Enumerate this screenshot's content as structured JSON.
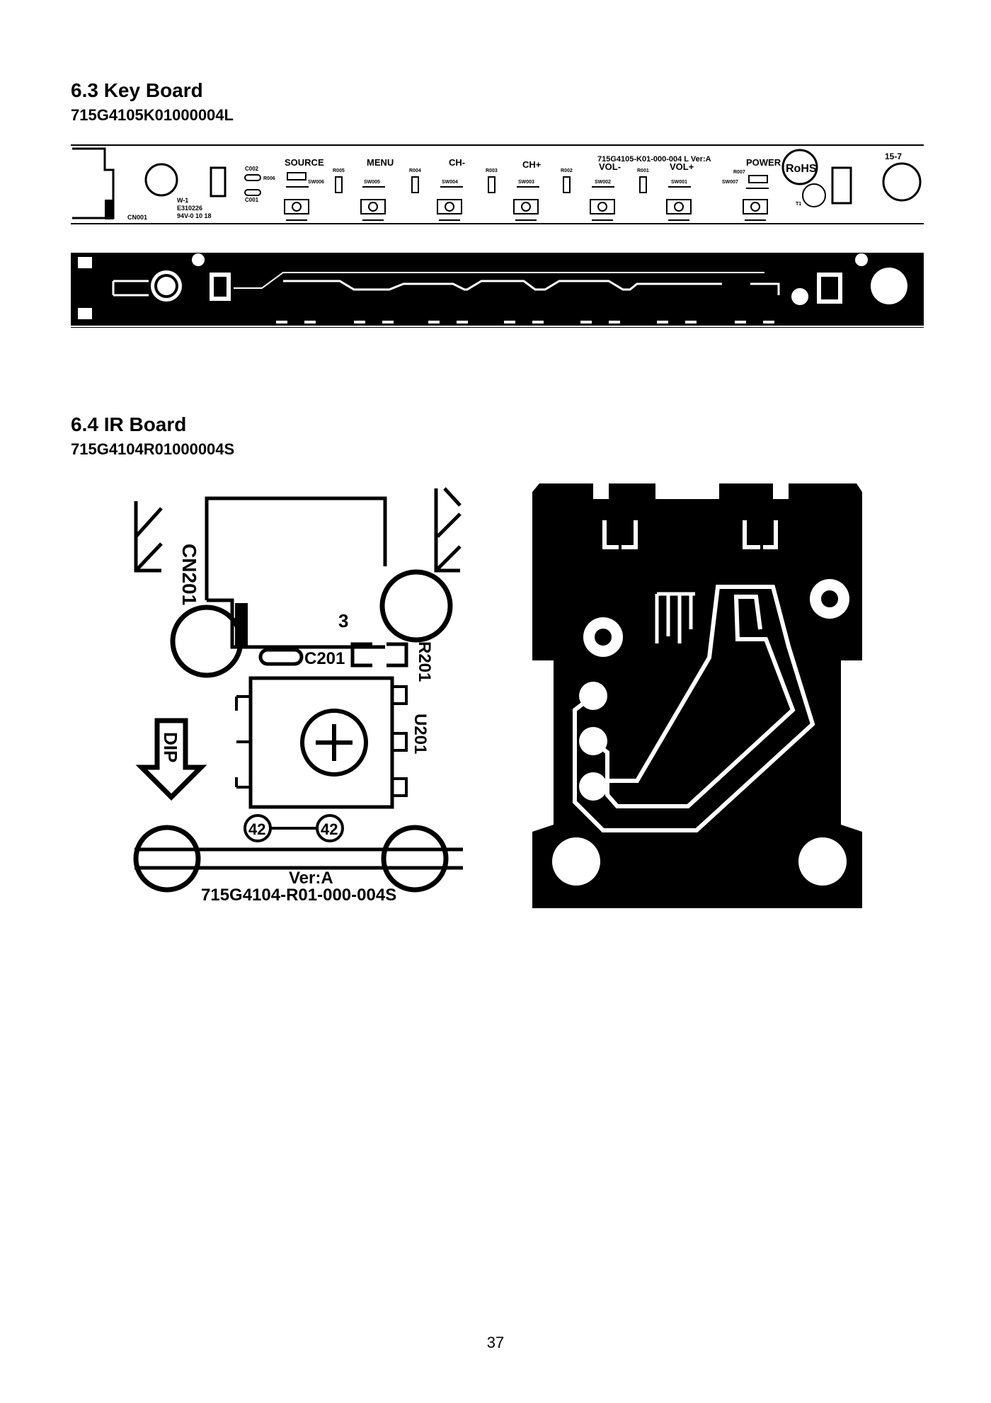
{
  "sections": [
    {
      "title": "6.3 Key Board",
      "part_number": "715G4105K01000004L",
      "silkscreen": {
        "board_id": "715G4105-K01-000-004 L  Ver:A",
        "corner_code": "15-7",
        "rohs": "RoHS",
        "connector": "CN001",
        "ul_mark_1": "W-1",
        "ul_mark_2": "E310226",
        "ul_mark_3": "94V-0  10 18",
        "cap_1": "C002",
        "cap_2": "C001",
        "t_label": "T1",
        "keys": [
          {
            "name": "SOURCE",
            "switch": "SW006",
            "resistor": "R005",
            "res_left": "R006"
          },
          {
            "name": "MENU",
            "switch": "SW005",
            "resistor": "R004"
          },
          {
            "name": "CH-",
            "switch": "SW004",
            "resistor": "R003"
          },
          {
            "name": "CH+",
            "switch": "SW003",
            "resistor": "R002"
          },
          {
            "name": "VOL-",
            "switch": "SW002",
            "resistor": "R001"
          },
          {
            "name": "VOL+",
            "switch": "SW001"
          },
          {
            "name": "POWER",
            "switch": "SW007",
            "res_left": "R007"
          }
        ]
      }
    },
    {
      "title": "6.4 IR Board",
      "part_number": "715G4104R01000004S",
      "silkscreen": {
        "connector": "CN201",
        "pin": "3",
        "capacitor": "C201",
        "resistor": "R201",
        "ic": "U201",
        "dip": "DIP",
        "mark": "42",
        "version": "Ver:A",
        "board_id": "715G4104-R01-000-004S"
      }
    }
  ],
  "page_number": "37"
}
